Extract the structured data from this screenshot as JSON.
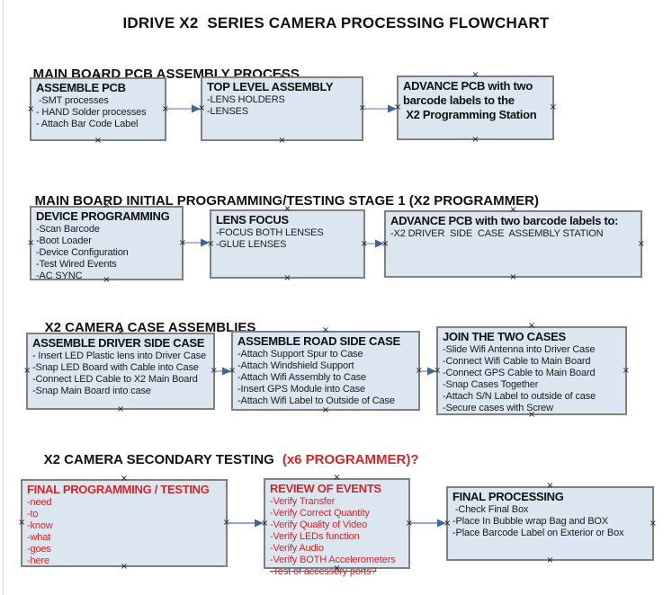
{
  "title": "IDRIVE X2  SERIES CAMERA PROCESSING FLOWCHART",
  "icons": {
    "connection_handle": "×"
  },
  "colors": {
    "box_fill": "#dce6f1",
    "box_border": "#808080",
    "red_text": "#cc2929",
    "black_text": "#111111",
    "arrow_line": "#8aa5c2",
    "arrow_head": "#3e66a0",
    "page_edge_line": "#d8d8d8"
  },
  "sections": [
    {
      "heading": "MAIN BOARD PCB ASSEMBLY PROCESS",
      "boxes": [
        {
          "title": "ASSEMBLE PCB",
          "items": [
            " -SMT processes",
            "- HAND Solder processes",
            "- Attach Bar Code Label"
          ]
        },
        {
          "title": "TOP LEVEL ASSEMBLY",
          "items": [
            "-LENS HOLDERS",
            "-LENSES"
          ]
        },
        {
          "title": "ADVANCE PCB with two\nbarcode labels to the\n X2 Programming Station",
          "items": []
        }
      ]
    },
    {
      "heading": "MAIN BOARD INITIAL PROGRAMMING/TESTING STAGE 1 (X2 PROGRAMMER)",
      "boxes": [
        {
          "title": "DEVICE PROGRAMMING",
          "items": [
            "-Scan Barcode",
            "-Boot Loader",
            "-Device Configuration",
            "-Test Wired Events",
            "-AC SYNC"
          ]
        },
        {
          "title": "LENS FOCUS",
          "items": [
            "-FOCUS BOTH LENSES",
            "-GLUE LENSES"
          ]
        },
        {
          "title": "ADVANCE PCB with two barcode labels to:",
          "items": [
            "-X2 DRIVER  SIDE  CASE  ASSEMBLY STATION"
          ]
        }
      ]
    },
    {
      "heading": "X2 CAMERA CASE ASSEMBLIES",
      "boxes": [
        {
          "title": "ASSEMBLE DRIVER SIDE CASE",
          "items": [
            "- Insert LED Plastic lens into Driver Case",
            "-Snap LED Board with Cable into Case",
            "-Connect LED Cable to X2 Main Board",
            "-Snap Main Board into case"
          ]
        },
        {
          "title": "ASSEMBLE ROAD SIDE CASE",
          "items": [
            "-Attach Support Spur to Case",
            "-Attach Windshield Support",
            "-Attach Wifi Assembly to Case",
            "-Insert GPS Module into Case",
            "-Attach Wifi Label to Outside of Case"
          ]
        },
        {
          "title": "JOIN THE TWO CASES",
          "items": [
            "-Slide Wifi Antenna into Driver Case",
            "-Connect Wifi Cable to Main Board",
            "-Connect GPS Cable to Main Board",
            "-Snap Cases Together",
            "-Attach S/N Label to outside of case",
            "-Secure cases with Screw"
          ]
        }
      ]
    },
    {
      "heading": "X2 CAMERA SECONDARY TESTING",
      "heading_suffix": "(x6 PROGRAMMER)?",
      "boxes": [
        {
          "title": "FINAL PROGRAMMING / TESTING",
          "items": [
            "-need",
            "-to",
            "-know",
            "-what",
            "-goes",
            "-here"
          ]
        },
        {
          "title": "REVIEW OF EVENTS",
          "items": [
            "-Verify Transfer",
            "-Verify Correct Quantity",
            "-Verify Quality of Video",
            "-Verify LEDs function",
            "-Verify Audio",
            "-Verify BOTH Accelerometers",
            "-Test of accessory ports?"
          ]
        },
        {
          "title": "FINAL PROCESSING",
          "items": [
            " -Check Final Box",
            "-Place In Bubble wrap Bag and BOX",
            "-Place Barcode Label on Exterior or Box"
          ]
        }
      ]
    }
  ]
}
